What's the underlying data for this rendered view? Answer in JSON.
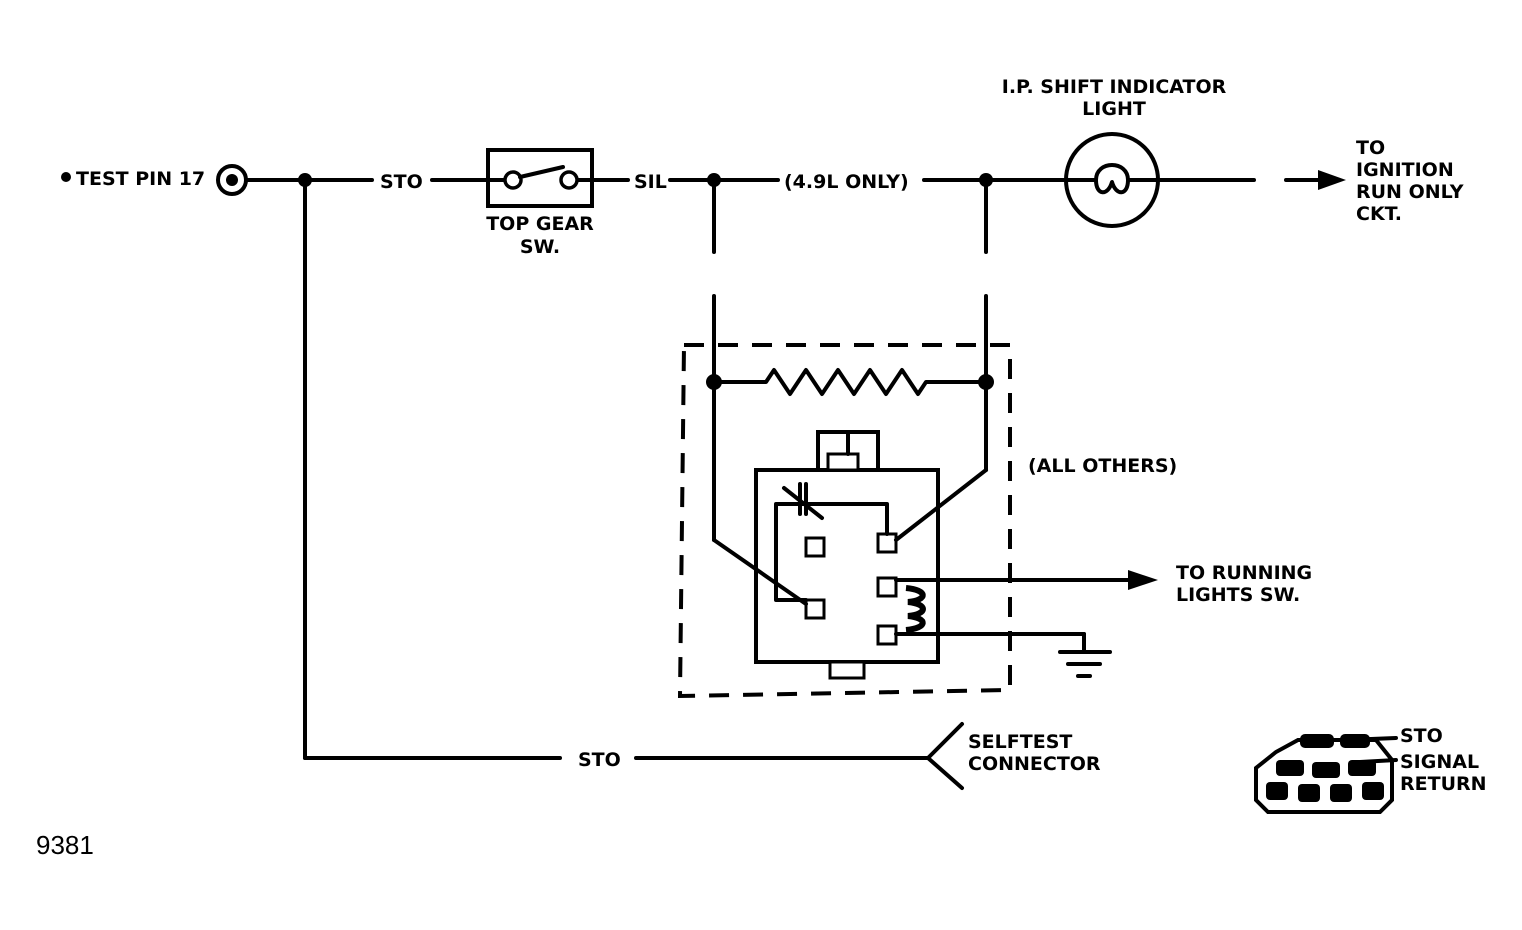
{
  "labels": {
    "test_pin": "TEST PIN 17",
    "sto_1": "STO",
    "top_gear_sw_1": "TOP GEAR",
    "top_gear_sw_2": "SW.",
    "sil": "SIL",
    "engine_note": "(4.9L ONLY)",
    "shift_light_1": "I.P. SHIFT INDICATOR",
    "shift_light_2": "LIGHT",
    "ignition_1": "TO",
    "ignition_2": "IGNITION",
    "ignition_3": "RUN ONLY",
    "ignition_4": "CKT.",
    "all_others": "(ALL OTHERS)",
    "running_lights_1": "TO RUNNING",
    "running_lights_2": "LIGHTS SW.",
    "sto_2": "STO",
    "selftest_1": "SELFTEST",
    "selftest_2": "CONNECTOR",
    "legend_sto": "STO",
    "legend_signal_1": "SIGNAL",
    "legend_signal_2": "RETURN",
    "figure_number": "9381"
  }
}
